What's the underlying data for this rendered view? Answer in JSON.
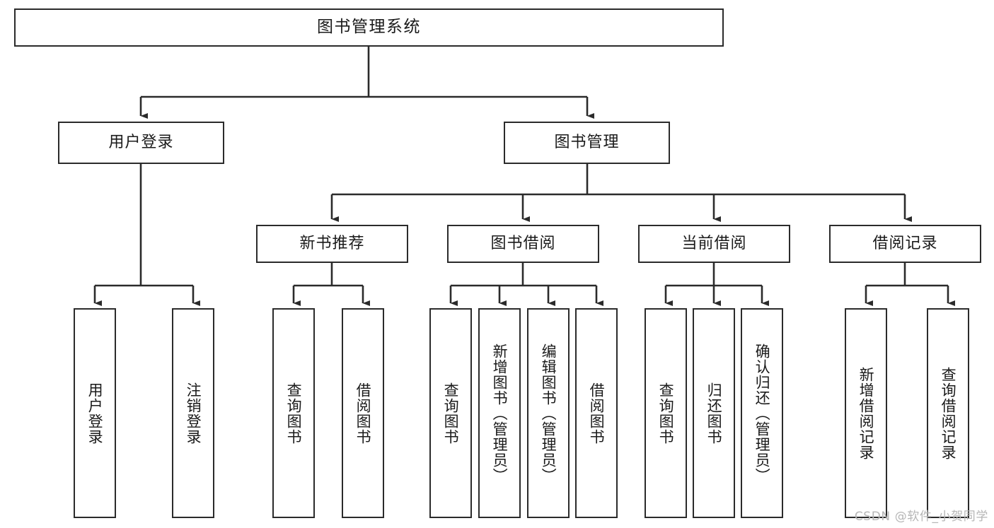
{
  "diagram": {
    "type": "tree-hierarchy-chart",
    "title": "图书管理系统",
    "root": {
      "id": "root",
      "label": "图书管理系统"
    },
    "level2": [
      {
        "id": "user-login",
        "label": "用户登录"
      },
      {
        "id": "book-management",
        "label": "图书管理"
      }
    ],
    "level3": [
      {
        "id": "new-book-recommend",
        "label": "新书推荐"
      },
      {
        "id": "book-borrow",
        "label": "图书借阅"
      },
      {
        "id": "current-borrow",
        "label": "当前借阅"
      },
      {
        "id": "borrow-record",
        "label": "借阅记录"
      }
    ],
    "leaves": {
      "user_login": [
        {
          "id": "leaf-user-login",
          "label": "用户登录"
        },
        {
          "id": "leaf-logout-login",
          "label": "注销登录"
        }
      ],
      "new_book_recommend": [
        {
          "id": "leaf-query-book-1",
          "label": "查询图书"
        },
        {
          "id": "leaf-borrow-book-1",
          "label": "借阅图书"
        }
      ],
      "book_borrow": [
        {
          "id": "leaf-query-book-2",
          "label": "查询图书"
        },
        {
          "id": "leaf-add-book",
          "label": "新增图书（管理员）"
        },
        {
          "id": "leaf-edit-book",
          "label": "编辑图书（管理员）"
        },
        {
          "id": "leaf-borrow-book-2",
          "label": "借阅图书"
        }
      ],
      "current_borrow": [
        {
          "id": "leaf-query-book-3",
          "label": "查询图书"
        },
        {
          "id": "leaf-return-book",
          "label": "归还图书"
        },
        {
          "id": "leaf-confirm-return",
          "label": "确认归还（管理员）"
        }
      ],
      "borrow_record": [
        {
          "id": "leaf-add-record",
          "label": "新增借阅记录"
        },
        {
          "id": "leaf-query-record",
          "label": "查询借阅记录"
        }
      ]
    }
  },
  "watermark": {
    "text": "CSDN @软件_小贺同学"
  },
  "colors": {
    "stroke": "#2b2b2b",
    "box_fill": "#ffffff",
    "text": "#1a1a1a",
    "watermark": "#b6b6b6",
    "background": "#ffffff"
  }
}
